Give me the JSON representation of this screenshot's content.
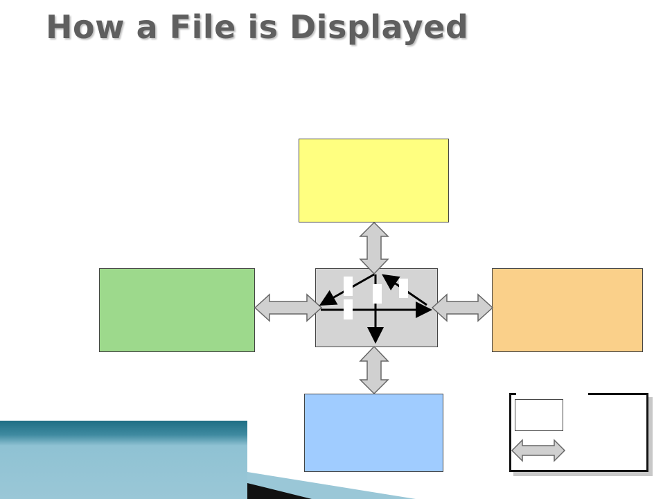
{
  "slide": {
    "title": "How a File is Displayed"
  },
  "colors": {
    "top_box": "#ffff80",
    "left_box": "#9dd98c",
    "right_box": "#fad08a",
    "bottom_box": "#a0ccff",
    "center_box": "#d4d4d4",
    "double_arrow_fill": "#d0d0d0",
    "band_dark": "#1e6e84",
    "band_light": "#9ac7d7"
  },
  "icons": {
    "connector": "double-headed-arrow",
    "internal_flow": "black-arrow"
  }
}
